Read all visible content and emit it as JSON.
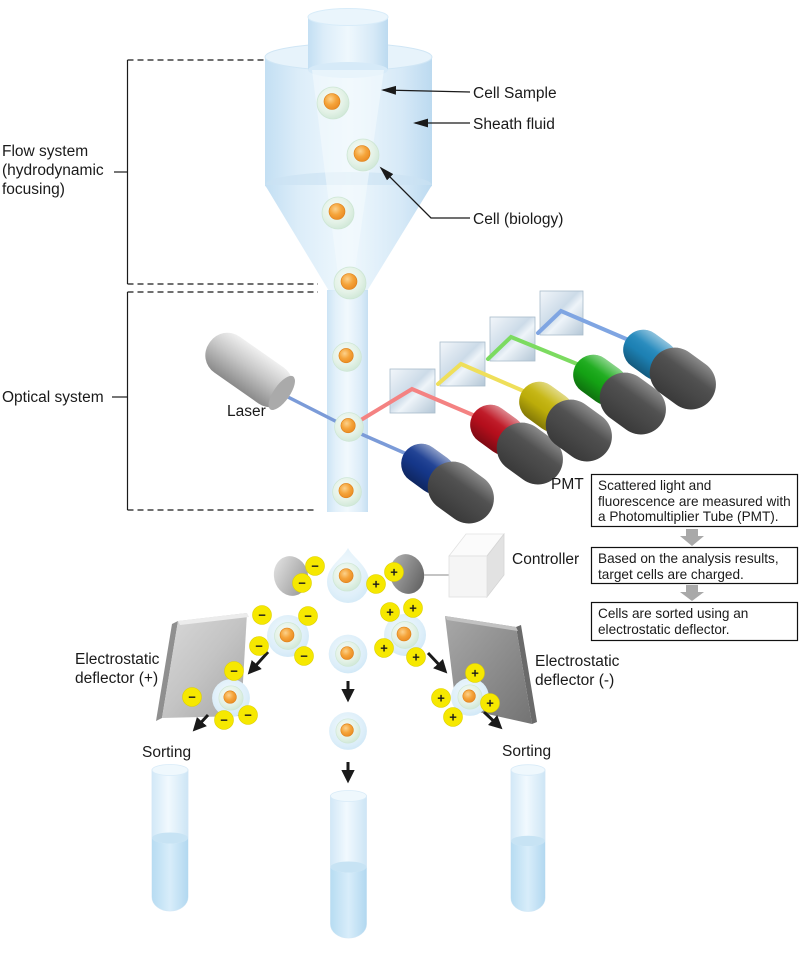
{
  "sections": {
    "flow_system": {
      "lines": [
        "Flow system",
        "(hydrodynamic",
        "focusing)"
      ]
    },
    "optical_system": {
      "label": "Optical system"
    }
  },
  "labels": {
    "cell_sample": "Cell Sample",
    "sheath_fluid": "Sheath fluid",
    "cell_biology": "Cell (biology)",
    "laser": "Laser",
    "pmt": "PMT",
    "controller": "Controller",
    "deflector_plus": {
      "lines": [
        "Electrostatic",
        "deflector (+)"
      ]
    },
    "deflector_minus": {
      "lines": [
        "Electrostatic",
        "deflector (-)"
      ]
    },
    "sorting_left": "Sorting",
    "sorting_right": "Sorting"
  },
  "steps": [
    {
      "lines": [
        "Scattered light and",
        "fluorescence are measured with",
        "a Photomultiplier Tube (PMT)."
      ]
    },
    {
      "lines": [
        "Based on the analysis results,",
        "target cells are charged."
      ]
    },
    {
      "lines": [
        "Cells are sorted using an",
        "electrostatic deflector."
      ]
    }
  ],
  "symbols": {
    "plus": "+",
    "minus": "−"
  },
  "colors": {
    "laser_beam": "#7b9bd8",
    "beam_red": "#f48282",
    "beam_yellow": "#efdf5a",
    "beam_green": "#7cdb60",
    "beam_blue": "#7fa5e2",
    "pmt_forward_blue": "#16398f",
    "pmt_red": "#bc0f1d",
    "pmt_yellow": "#c4b40a",
    "pmt_green": "#15a915",
    "pmt_teal": "#1e86bb",
    "pmt_cap": "#4b4b4b",
    "charge_badge": "#f6e800",
    "step_arrow": "#a9a9a9"
  }
}
